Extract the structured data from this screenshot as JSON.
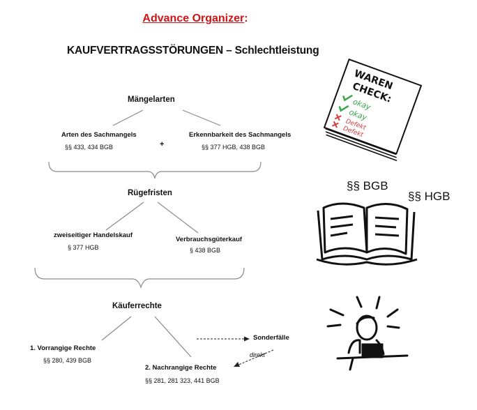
{
  "header": {
    "title_main": "Advance Organizer",
    "title_colon": ":",
    "subtitle": "KAUFVERTRAGSSTÖRUNGEN – Schlechtleistung"
  },
  "diagram": {
    "maengelarten": {
      "label": "Mängelarten",
      "left": {
        "label": "Arten des Sachmangels",
        "law": "§§ 433, 434 BGB"
      },
      "plus": "+",
      "right": {
        "label": "Erkennbarkeit des Sachmangels",
        "law": "§§ 377 HGB, 438 BGB"
      }
    },
    "ruegefristen": {
      "label": "Rügefristen",
      "left": {
        "label": "zweiseitiger Handelskauf",
        "law": "§ 377 HGB"
      },
      "right": {
        "label": "Verbrauchsgüterkauf",
        "law": "§ 438 BGB"
      }
    },
    "kaeuferrechte": {
      "label": "Käuferrechte",
      "first": {
        "label": "1. Vorrangige Rechte",
        "law": "§§ 280, 439 BGB"
      },
      "second": {
        "label": "2. Nachrangige  Rechte",
        "law": "§§ 281, 281 323, 441 BGB"
      },
      "special": {
        "label": "Sonderfälle",
        "edge_label": "direkt"
      }
    }
  },
  "illustrations": {
    "checklist": {
      "icon": "warencheck-checklist-icon",
      "header_line1": "WAREN",
      "header_line2": "CHECK:",
      "items": [
        "okay",
        "okay",
        "Defekt",
        "Defekt"
      ]
    },
    "book": {
      "icon": "open-book-icon",
      "label_bgb": "§§ BGB",
      "label_hgb": "§§ HGB"
    },
    "thinker": {
      "icon": "thinking-person-icon"
    }
  },
  "colors": {
    "heading": "#d21414",
    "text": "#111111",
    "line": "#8a8a8a",
    "check": "#3aa64a",
    "cross": "#d83b3b"
  }
}
